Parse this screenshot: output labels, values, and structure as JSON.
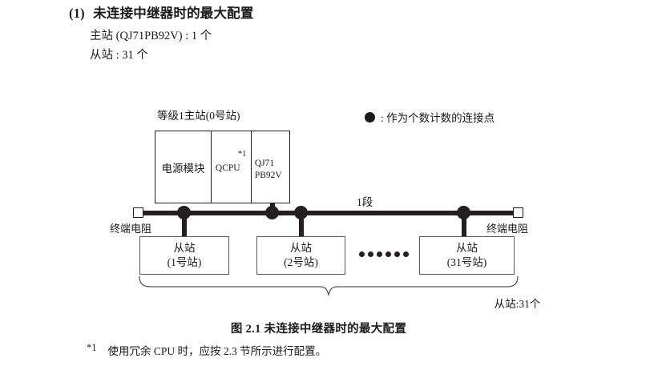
{
  "heading": {
    "number": "(1)",
    "title": "未连接中继器时的最大配置",
    "specs": [
      "主站 (QJ71PB92V) : 1 个",
      "从站 : 31 个"
    ]
  },
  "legend": {
    "symbol": "filled-circle",
    "text": ": 作为个数计数的连接点"
  },
  "diagram": {
    "rack": {
      "title": "等级1主站(0号站)",
      "slots": [
        {
          "label": "电源模块"
        },
        {
          "label": "QCPU",
          "footnote_mark": "*1"
        },
        {
          "label": "QJ71\nPB92V"
        }
      ],
      "net_label_line1": "QJ71",
      "net_label_line2": "PB92V"
    },
    "bus": {
      "segment_label": "1段",
      "terminator_left_label": "终端电阻",
      "terminator_right_label": "终端电阻"
    },
    "slaves": [
      {
        "name": "从站",
        "id": "(1号站)"
      },
      {
        "name": "从站",
        "id": "(2号站)"
      },
      {
        "name": "从站",
        "id": "(31号站)"
      }
    ],
    "ellipsis_dot_count": 6,
    "brace_label": "从站:31个"
  },
  "figure_caption": "图 2.1  未连接中继器时的最大配置",
  "footnote": {
    "mark": "*1",
    "text": "使用冗余 CPU 时，应按 2.3 节所示进行配置。"
  }
}
